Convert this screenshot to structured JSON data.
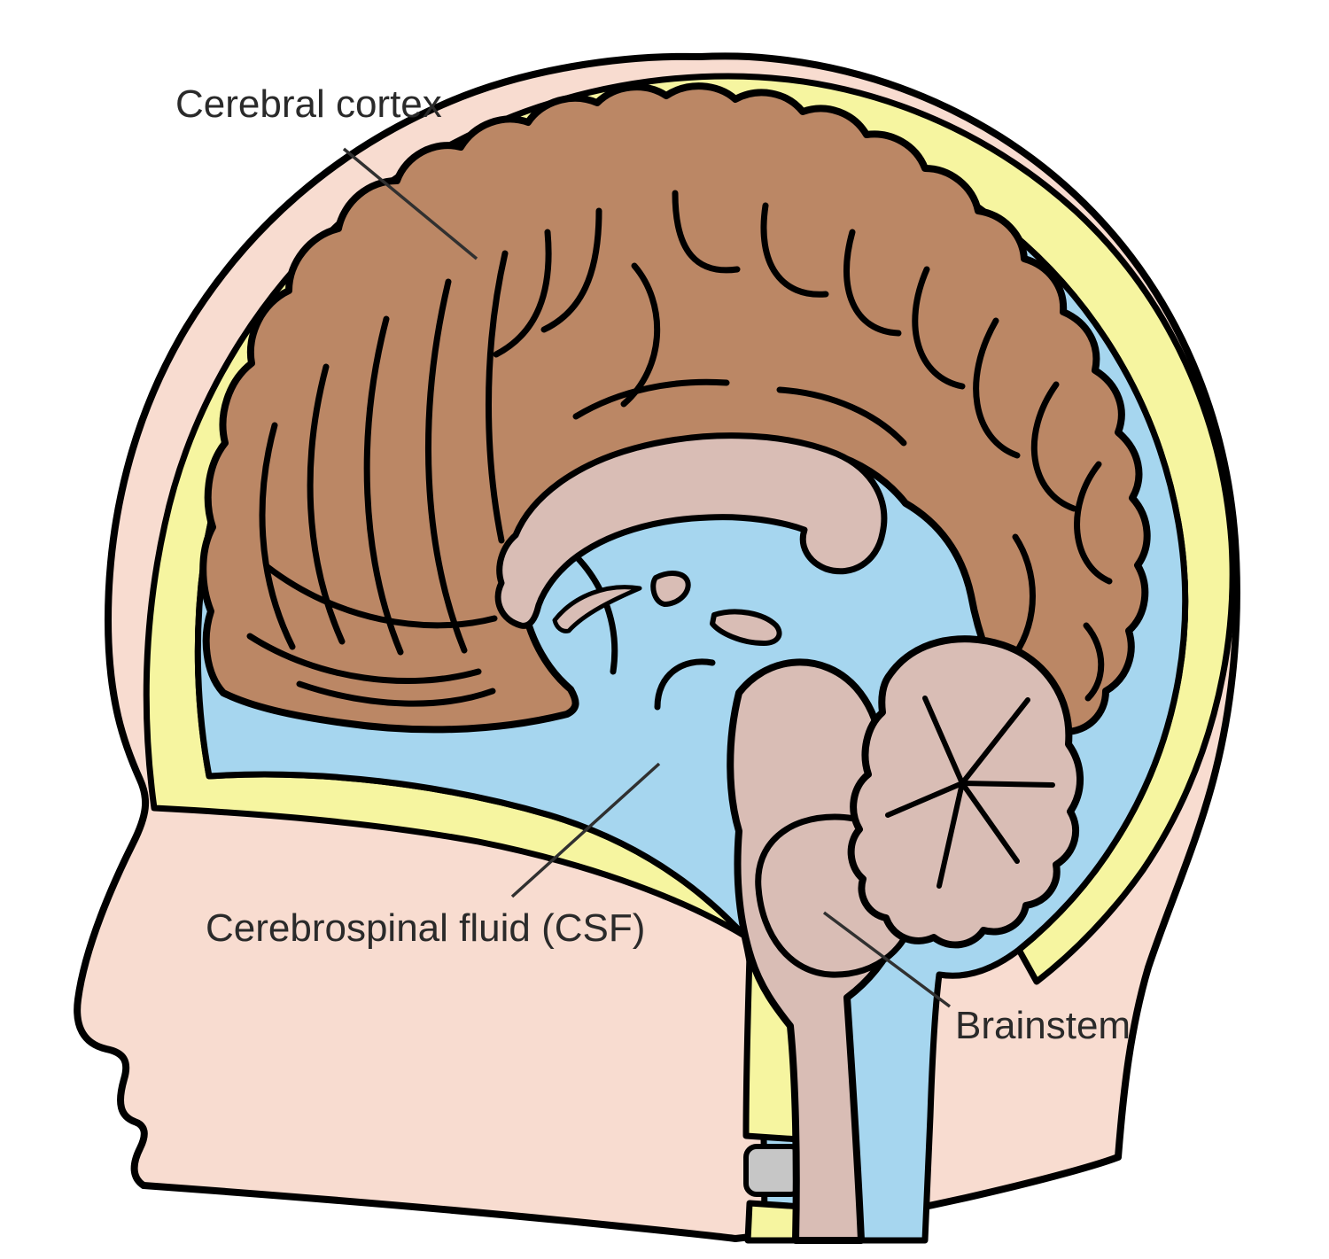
{
  "diagram": {
    "type": "anatomical-illustration",
    "subject": "Sagittal section of human head showing brain and cerebrospinal fluid",
    "labels": {
      "cerebral_cortex": "Cerebral cortex",
      "csf": "Cerebrospinal fluid (CSF)",
      "brainstem": "Brainstem"
    },
    "colors": {
      "background": "#ffffff",
      "skin": "#f8dcd0",
      "skull": "#f6f5a0",
      "csf": "#a6d6ef",
      "cortex": "#bb8765",
      "inner_brain": "#d9bdb5",
      "cartilage": "#c6c6c6",
      "outline": "#000000",
      "label_text": "#2a2a2a"
    }
  }
}
